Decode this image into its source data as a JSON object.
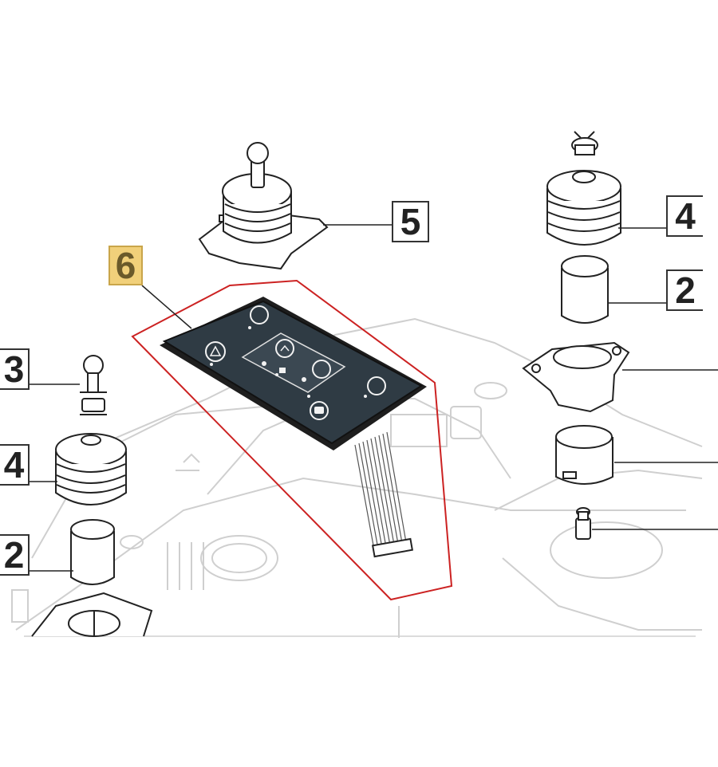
{
  "diagram": {
    "callouts": {
      "c6": "6",
      "c5": "5",
      "c4_right": "4",
      "c2_right": "2",
      "c3_left": "3",
      "c4_left": "4",
      "c2_left": "2"
    },
    "colors": {
      "highlight_fill": "#f1d07a",
      "selection_outline": "#cc2222",
      "keypad_face": "#2f3b44",
      "line_art": "#333333",
      "background_line_art": "#cfcfcf"
    }
  }
}
